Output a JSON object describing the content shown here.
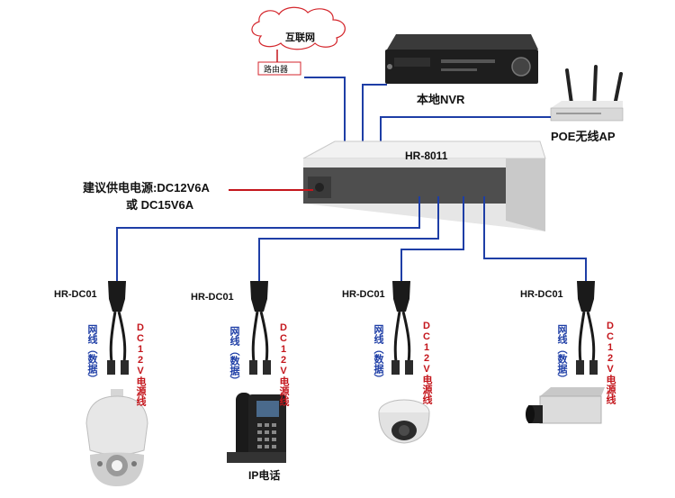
{
  "internet_label": "互联网",
  "router_label": "路由器",
  "nvr_label": "本地NVR",
  "ap_label": "POE无线AP",
  "switch_label": "HR-8011",
  "power_line1_prefix": "建议供电电源:",
  "power_line1_value": "DC12V6A",
  "power_line2_prefix": "或",
  "power_line2_value": "DC15V6A",
  "splitter_label": "HR-DC01",
  "network_cable_label": "网线（数据）",
  "power_cable_label": "DC12V电源线",
  "phone_label": "IP电话",
  "colors": {
    "data_line": "#1e3ea6",
    "power_line": "#c4161c",
    "device_grey": "#d9d9d9"
  }
}
